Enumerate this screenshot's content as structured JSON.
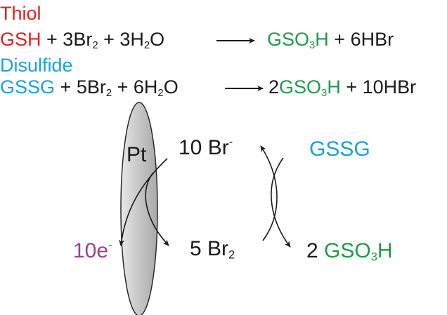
{
  "colors": {
    "thiol": "#e0201c",
    "disulfide": "#17a2d9",
    "product": "#1e9b4b",
    "electron": "#a0418e",
    "text": "#1a1a1a"
  },
  "headers": {
    "thiol": "Thiol",
    "disulfide": "Disulfide"
  },
  "eq1": {
    "reactant_a": "GSH",
    "plus_1": "+ 3Br",
    "br_sub": "2",
    "plus_2": "+ 3H",
    "h_sub": "2",
    "o": "O",
    "prod_a": "GSO",
    "prod_sub": "3",
    "prod_h": "H",
    "prod_rest": "+ 6HBr"
  },
  "eq2": {
    "reactant_a": "GSSG",
    "plus_1": "+ 5Br",
    "br_sub": "2",
    "plus_2": "+ 6H",
    "h_sub": "2",
    "o": "O",
    "coef": "2",
    "prod_a": "GSO",
    "prod_sub": "3",
    "prod_h": "H",
    "prod_rest": "+ 10HBr"
  },
  "cycle": {
    "electrode": "Pt",
    "bromide": "10 Br",
    "bromide_charge": "-",
    "bromine": "5 Br",
    "bromine_sub": "2",
    "electrons": "10e",
    "electrons_charge": "-",
    "disulfide": "GSSG",
    "product_coef": "2",
    "product": "GSO",
    "product_sub": "3",
    "product_h": "H"
  }
}
